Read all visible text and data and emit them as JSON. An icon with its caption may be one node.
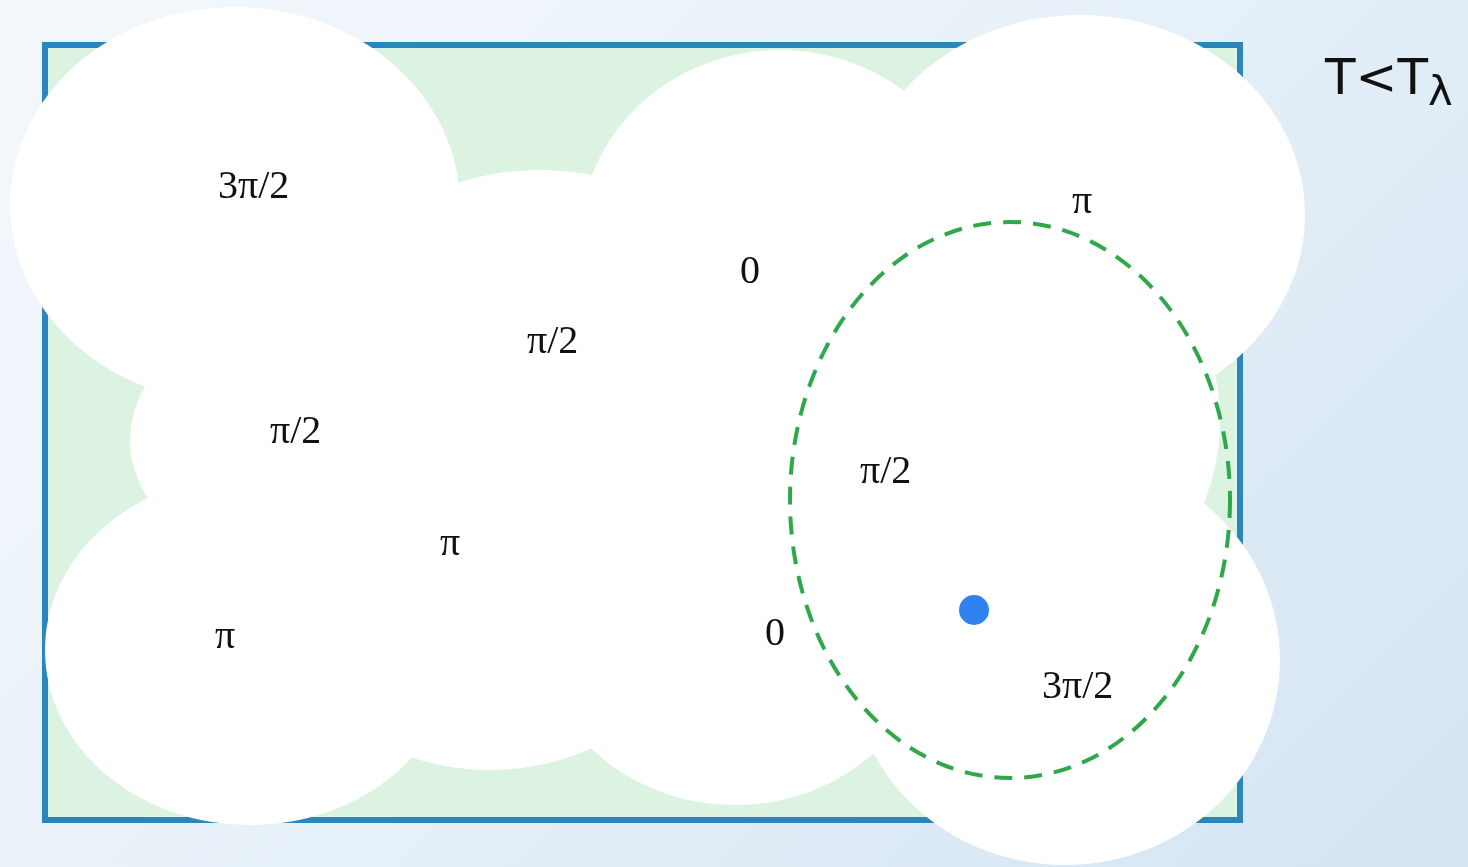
{
  "diagram": {
    "labels": [
      "T<T$_{λ}$",
      "3π/2",
      "π",
      "0",
      "π/2",
      "π/2",
      "π/2",
      "π",
      "0",
      "π",
      "3π/2"
    ]
  }
}
